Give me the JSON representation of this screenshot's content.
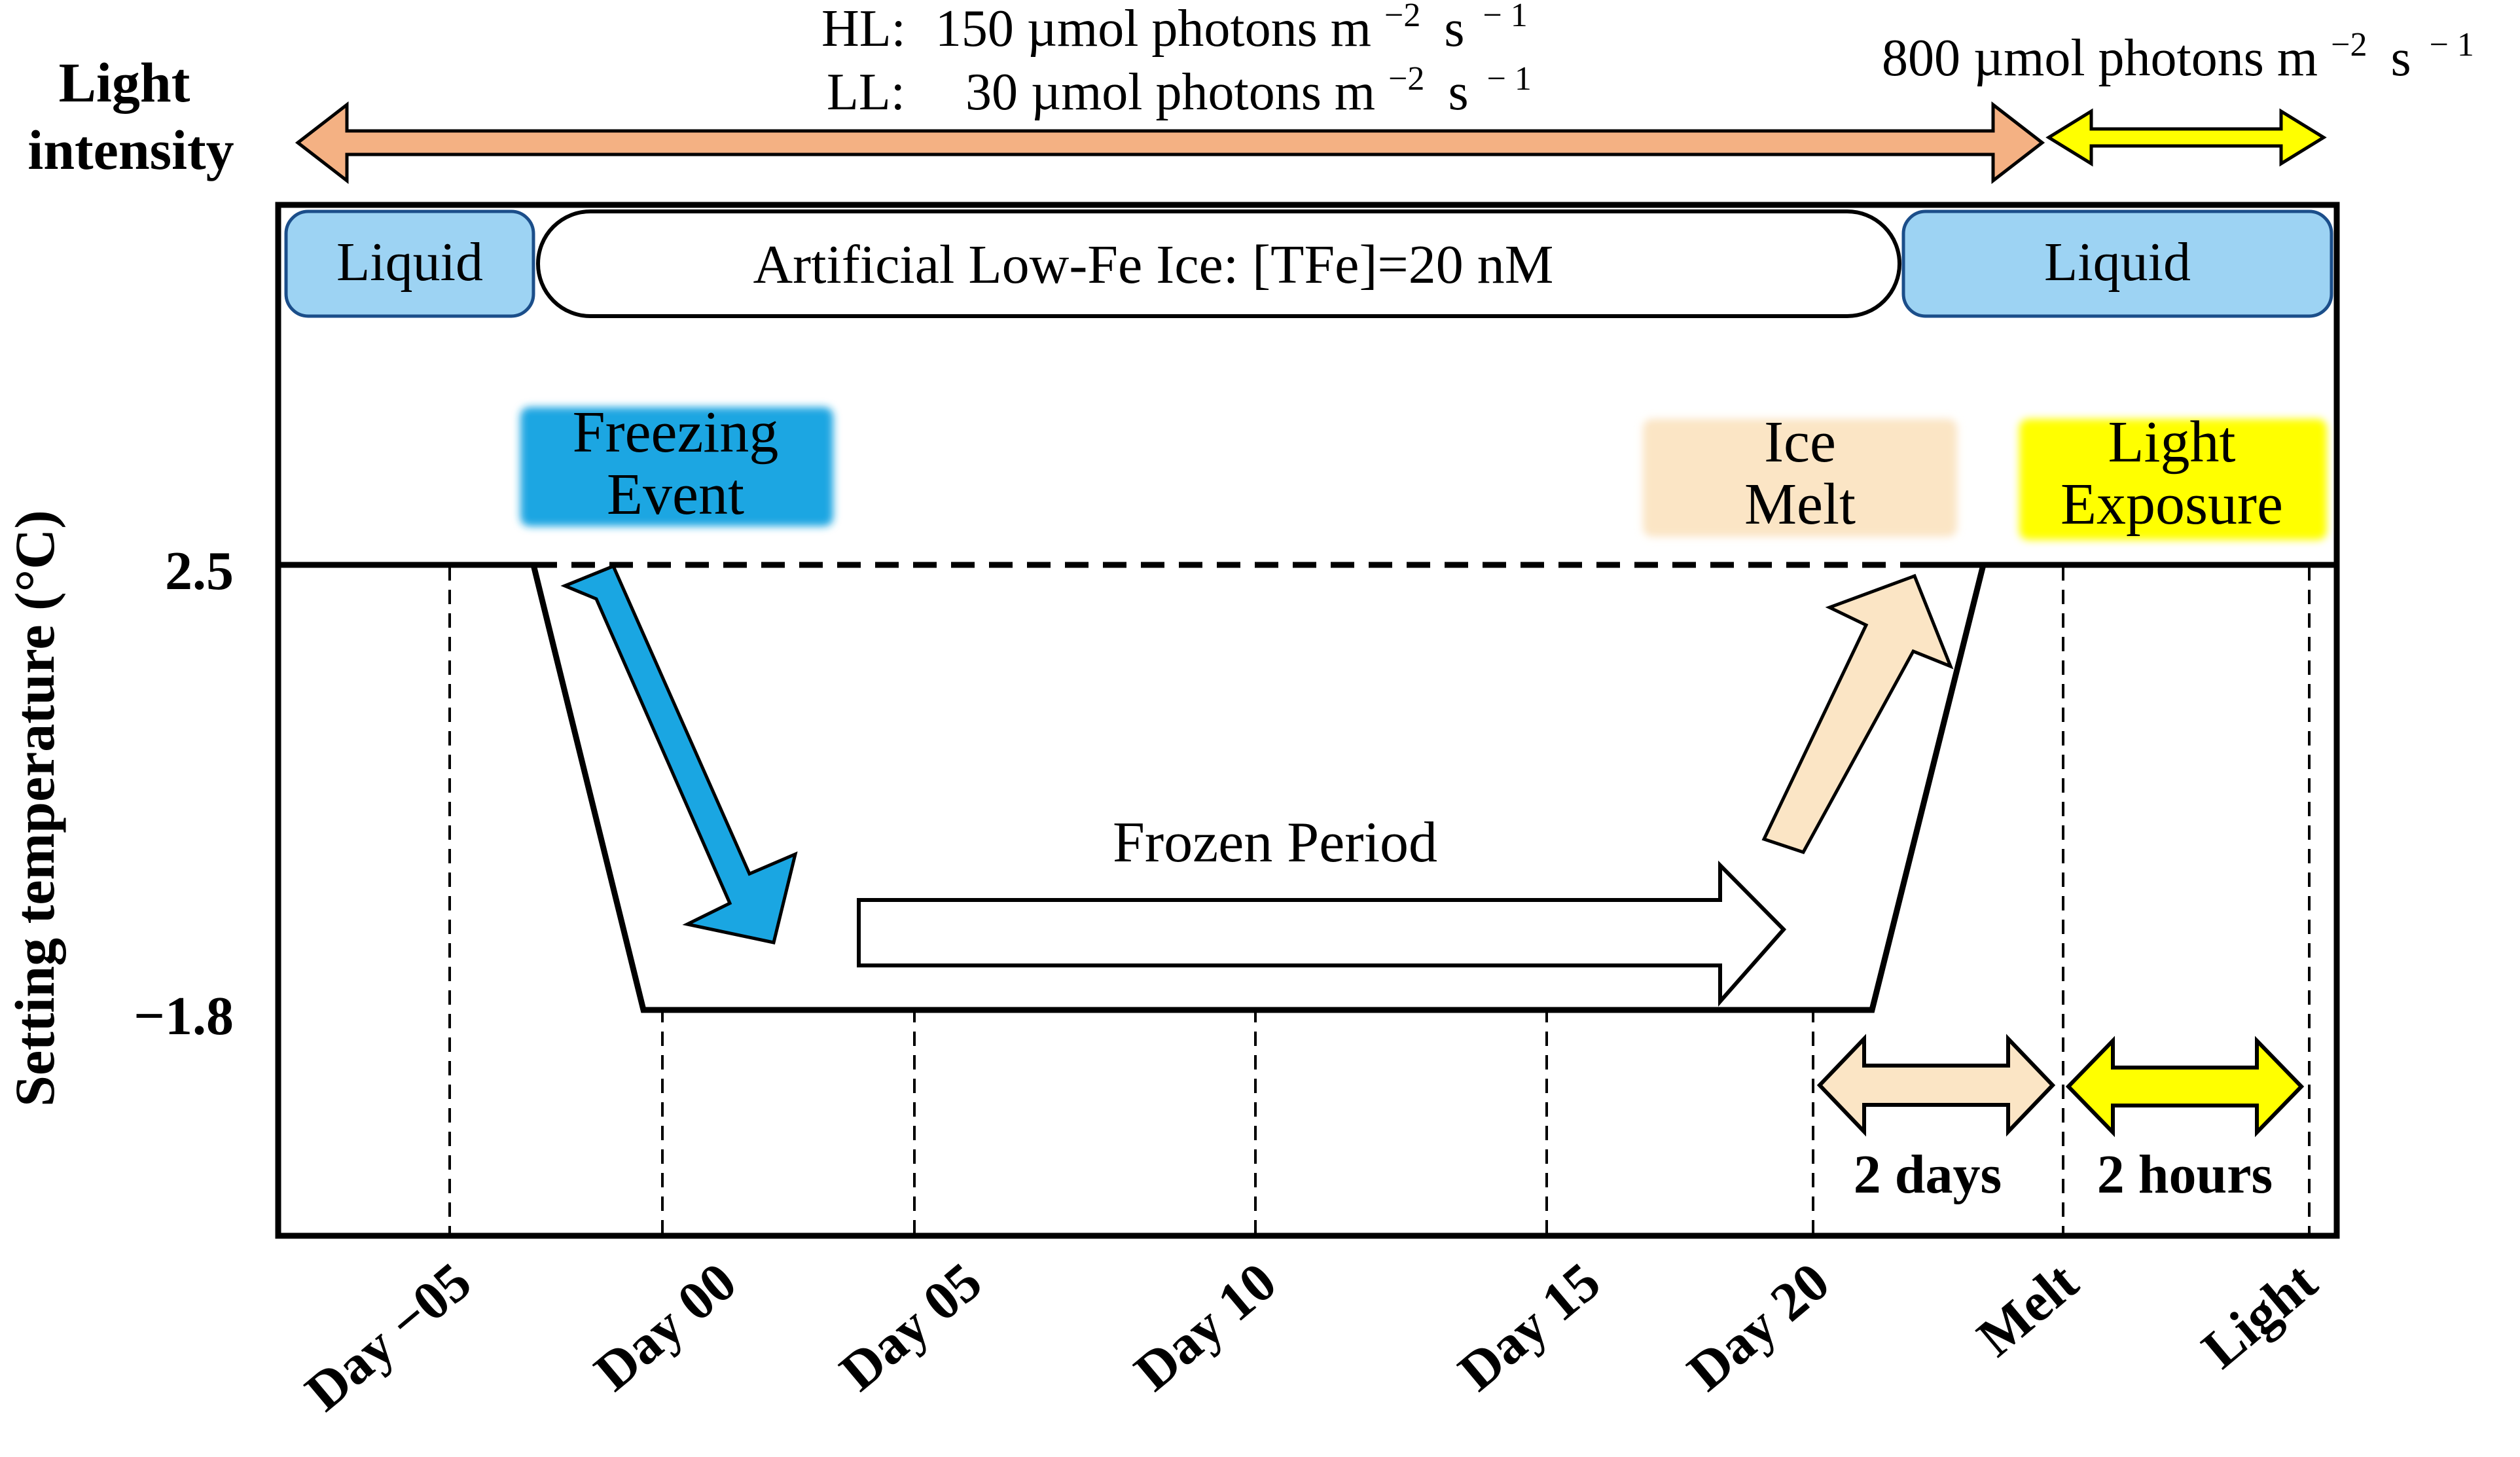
{
  "light": {
    "label_line1": "Light",
    "label_line2": "intensity",
    "hl_label": "HL:",
    "hl_value": "150 µmol photons m",
    "ll_label": "LL:",
    "ll_value": "30 µmol photons m",
    "high_value": "800 µmol photons m",
    "unit_exp_m": "−2",
    "unit_s": "s",
    "unit_exp_s": "− 1",
    "colors": {
      "main_arrow": "#f4b183",
      "exposure_arrow": "#ffff00"
    }
  },
  "phases": {
    "liquid_start": "Liquid",
    "ice": "Artificial Low-Fe Ice: [TFe]=20 nM",
    "liquid_end": "Liquid",
    "colors": {
      "liquid": "#9dd3f3",
      "ice": "#ffffff"
    }
  },
  "events": {
    "freezing_line1": "Freezing",
    "freezing_line2": "Event",
    "melt_line1": "Ice",
    "melt_line2": "Melt",
    "exposure_line1": "Light",
    "exposure_line2": "Exposure",
    "frozen_period": "Frozen Period",
    "colors": {
      "freezing": "#1aa6e2",
      "melt": "#fbe5c5",
      "exposure": "#ffff00"
    }
  },
  "axis": {
    "y_label": "Setting temperature (°C)",
    "y_ticks": [
      "2.5",
      "−1.8"
    ],
    "x_ticks": [
      "Day −05",
      "Day 00",
      "Day 05",
      "Day 10",
      "Day 15",
      "Day 20",
      "Melt",
      "Light"
    ]
  },
  "durations": {
    "melt": "2 days",
    "exposure": "2 hours",
    "colors": {
      "melt": "#fbe5c5",
      "exposure": "#ffff00"
    }
  }
}
